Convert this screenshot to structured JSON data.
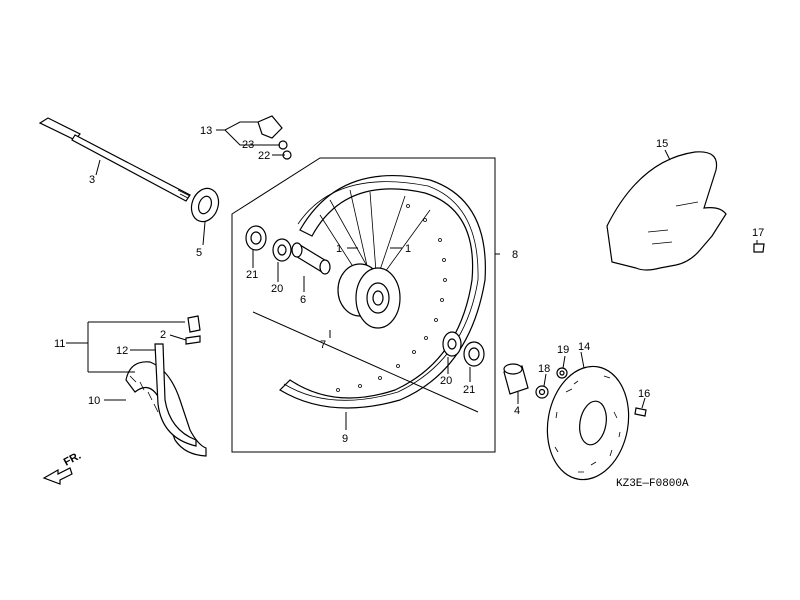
{
  "diagram": {
    "code": "KZ3E—F0800A",
    "direction_label": "FR."
  },
  "callouts": {
    "l1a": "1",
    "l1b": "1",
    "l2": "2",
    "l3": "3",
    "l4": "4",
    "l5": "5",
    "l6": "6",
    "l7": "7",
    "l8": "8",
    "l9": "9",
    "l10": "10",
    "l11": "11",
    "l12": "12",
    "l13": "13",
    "l14": "14",
    "l15": "15",
    "l16": "16",
    "l17": "17",
    "l18": "18",
    "l19": "19",
    "l20a": "20",
    "l20b": "20",
    "l21a": "21",
    "l21b": "21",
    "l22": "22",
    "l23": "23"
  }
}
